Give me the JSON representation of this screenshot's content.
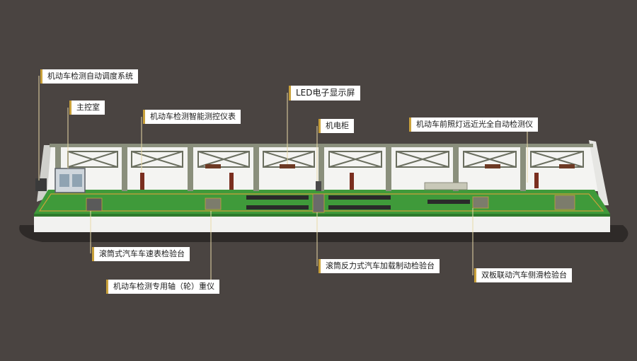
{
  "colors": {
    "background": "#4a4441",
    "floor": "#3f9a3a",
    "floor_edge": "#2f7a2c",
    "accent_line": "#c9a13b",
    "base": "#f2f2f0",
    "frame": "#8a8f7c"
  },
  "labels": {
    "dispatch_system": "机动车检测自动调度系统",
    "control_room": "主控室",
    "smart_control": "机动车检测智能测控仪表",
    "led_screen": "LED电子显示屏",
    "electrical_cabinet": "机电柜",
    "headlight_tester": "机动车前照灯远近光全自动检测仪",
    "speedometer_bench": "滚筒式汽车车速表检验台",
    "axle_weigher": "机动车检测专用轴（轮）重仪",
    "brake_bench": "滚筒反力式汽车加载制动检验台",
    "sideslip_bench": "双板联动汽车侧滑检验台"
  }
}
